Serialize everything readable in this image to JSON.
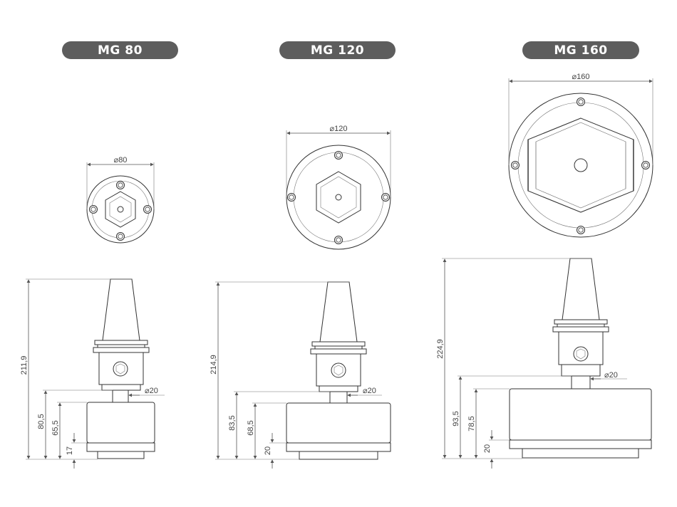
{
  "models": [
    {
      "name": "MG 80",
      "diameter": "80",
      "total_height": "211,9",
      "h1": "80,5",
      "h2": "65,5",
      "h3": "17",
      "bore": "20"
    },
    {
      "name": "MG 120",
      "diameter": "120",
      "total_height": "214,9",
      "h1": "83,5",
      "h2": "68,5",
      "h3": "20",
      "bore": "20"
    },
    {
      "name": "MG 160",
      "diameter": "160",
      "total_height": "224,9",
      "h1": "93,5",
      "h2": "78,5",
      "h3": "20",
      "bore": "20"
    }
  ],
  "colors": {
    "badge": "#5d5d5d",
    "line": "#333333"
  }
}
